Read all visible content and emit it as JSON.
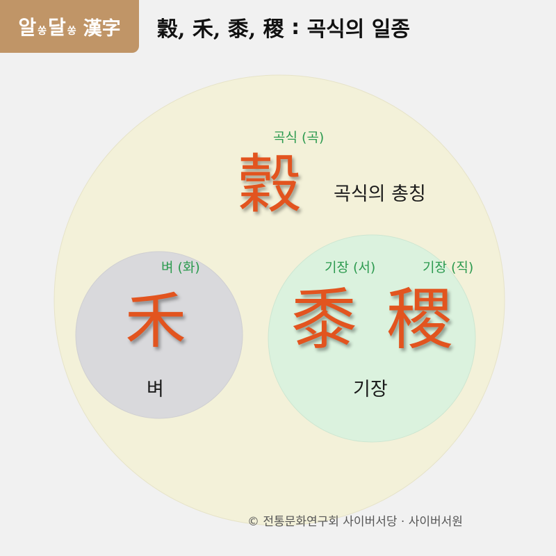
{
  "badge": {
    "part1": "알",
    "small1": "쏭",
    "part2": "달",
    "small2": "쏭",
    "hanja": "漢字"
  },
  "title": {
    "chars": "穀, 禾, 黍, 稷",
    "separator": " : ",
    "text": "곡식의 일종"
  },
  "colors": {
    "outer_circle": "#f3f1d9",
    "left_circle": "#d9d9dc",
    "right_circle": "#dbf2de",
    "hanja": "#e2541f",
    "reading": "#2c9a4f",
    "badge": "#c09567"
  },
  "outer": {
    "char": "穀",
    "reading": "곡식 (곡)",
    "meaning": "곡식의 총칭"
  },
  "left": {
    "char": "禾",
    "reading": "벼 (화)",
    "meaning": "벼"
  },
  "right": {
    "char1": "黍",
    "reading1": "기장 (서)",
    "char2": "稷",
    "reading2": "기장 (직)",
    "meaning": "기장"
  },
  "copyright": "© 전통문화연구회 사이버서당 · 사이버서원"
}
